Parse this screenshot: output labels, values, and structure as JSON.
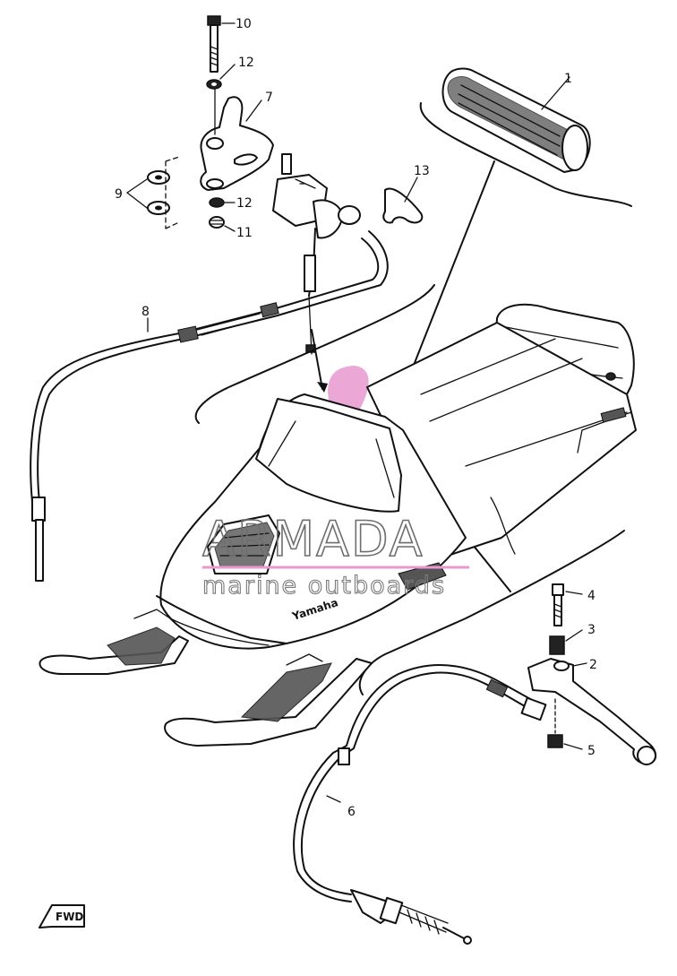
{
  "callouts": [
    {
      "id": "1",
      "label": "1"
    },
    {
      "id": "2",
      "label": "2"
    },
    {
      "id": "3",
      "label": "3"
    },
    {
      "id": "4",
      "label": "4"
    },
    {
      "id": "5",
      "label": "5"
    },
    {
      "id": "6",
      "label": "6"
    },
    {
      "id": "7",
      "label": "7"
    },
    {
      "id": "8",
      "label": "8"
    },
    {
      "id": "9",
      "label": "9"
    },
    {
      "id": "10",
      "label": "10"
    },
    {
      "id": "11",
      "label": "11"
    },
    {
      "id": "12a",
      "label": "12"
    },
    {
      "id": "12b",
      "label": "12"
    },
    {
      "id": "13",
      "label": "13"
    }
  ],
  "watermark": {
    "title": "ARMADA",
    "subtitle": "marine outboards",
    "colors": {
      "text": "#6e6e6e",
      "logo": "#e89ad0"
    }
  },
  "fwd_marker": {
    "label": "FWD",
    "icon": "arrow-left-icon"
  },
  "hood_badge": "Yamaha"
}
